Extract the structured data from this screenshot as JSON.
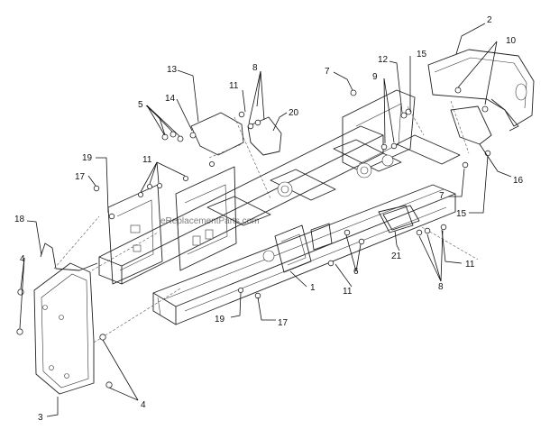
{
  "watermark": "eReplacementParts.com",
  "callouts": [
    "1",
    "2",
    "3",
    "4",
    "4",
    "5",
    "6",
    "7",
    "7",
    "8",
    "8",
    "9",
    "10",
    "11",
    "11",
    "11",
    "11",
    "12",
    "13",
    "14",
    "15",
    "15",
    "16",
    "17",
    "17",
    "18",
    "19",
    "19",
    "20",
    "21"
  ]
}
